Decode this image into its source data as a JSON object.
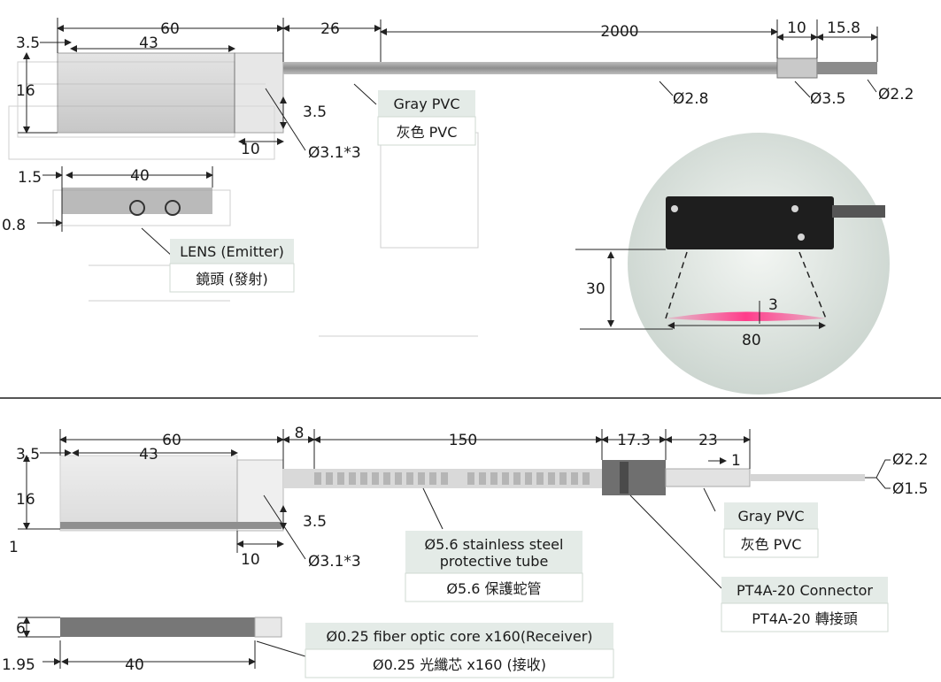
{
  "top": {
    "dims": {
      "d60": "60",
      "d26": "26",
      "d2000": "2000",
      "d10r": "10",
      "d15_8r": "15.8",
      "d3_5": "3.5",
      "d43": "43",
      "d16": "16",
      "d3_5b": "3.5",
      "d10b": "10",
      "d3_1x3": "Ø3.1*3",
      "d1_5": "1.5",
      "d40": "40",
      "d0_8": "0.8",
      "phi2_8": "Ø2.8",
      "phi3_5": "Ø3.5",
      "phi2_2": "Ø2.2"
    },
    "labels": {
      "gray_pvc_en": "Gray PVC",
      "gray_pvc_zh": "灰色 PVC",
      "lens_en": "LENS (Emitter)",
      "lens_zh": "鏡頭 (發射)"
    },
    "photo": {
      "h30": "30",
      "s3": "3",
      "w80": "80",
      "beam_color": "#ff3d8b"
    }
  },
  "bottom": {
    "dims": {
      "d60": "60",
      "d8": "8",
      "d150": "150",
      "d17_3": "17.3",
      "d23": "23",
      "d1": "1",
      "d3_5": "3.5",
      "d43": "43",
      "d16": "16",
      "d1left": "1",
      "d3_5b": "3.5",
      "d10": "10",
      "d3_1x3": "Ø3.1*3",
      "d6": "6",
      "d1_95": "1.95",
      "d40": "40",
      "phi2_2": "Ø2.2",
      "phi1_5": "Ø1.5"
    },
    "labels": {
      "tube_en_1": "Ø5.6 stainless steel",
      "tube_en_2": "protective tube",
      "tube_zh": "Ø5.6 保護蛇管",
      "gray_pvc_en": "Gray PVC",
      "gray_pvc_zh": "灰色 PVC",
      "conn_en": "PT4A-20 Connector",
      "conn_zh": "PT4A-20 轉接頭",
      "fiber_en": "Ø0.25 fiber optic core x160(Receiver)",
      "fiber_zh": "Ø0.25 光纖芯 x160 (接收)"
    }
  }
}
